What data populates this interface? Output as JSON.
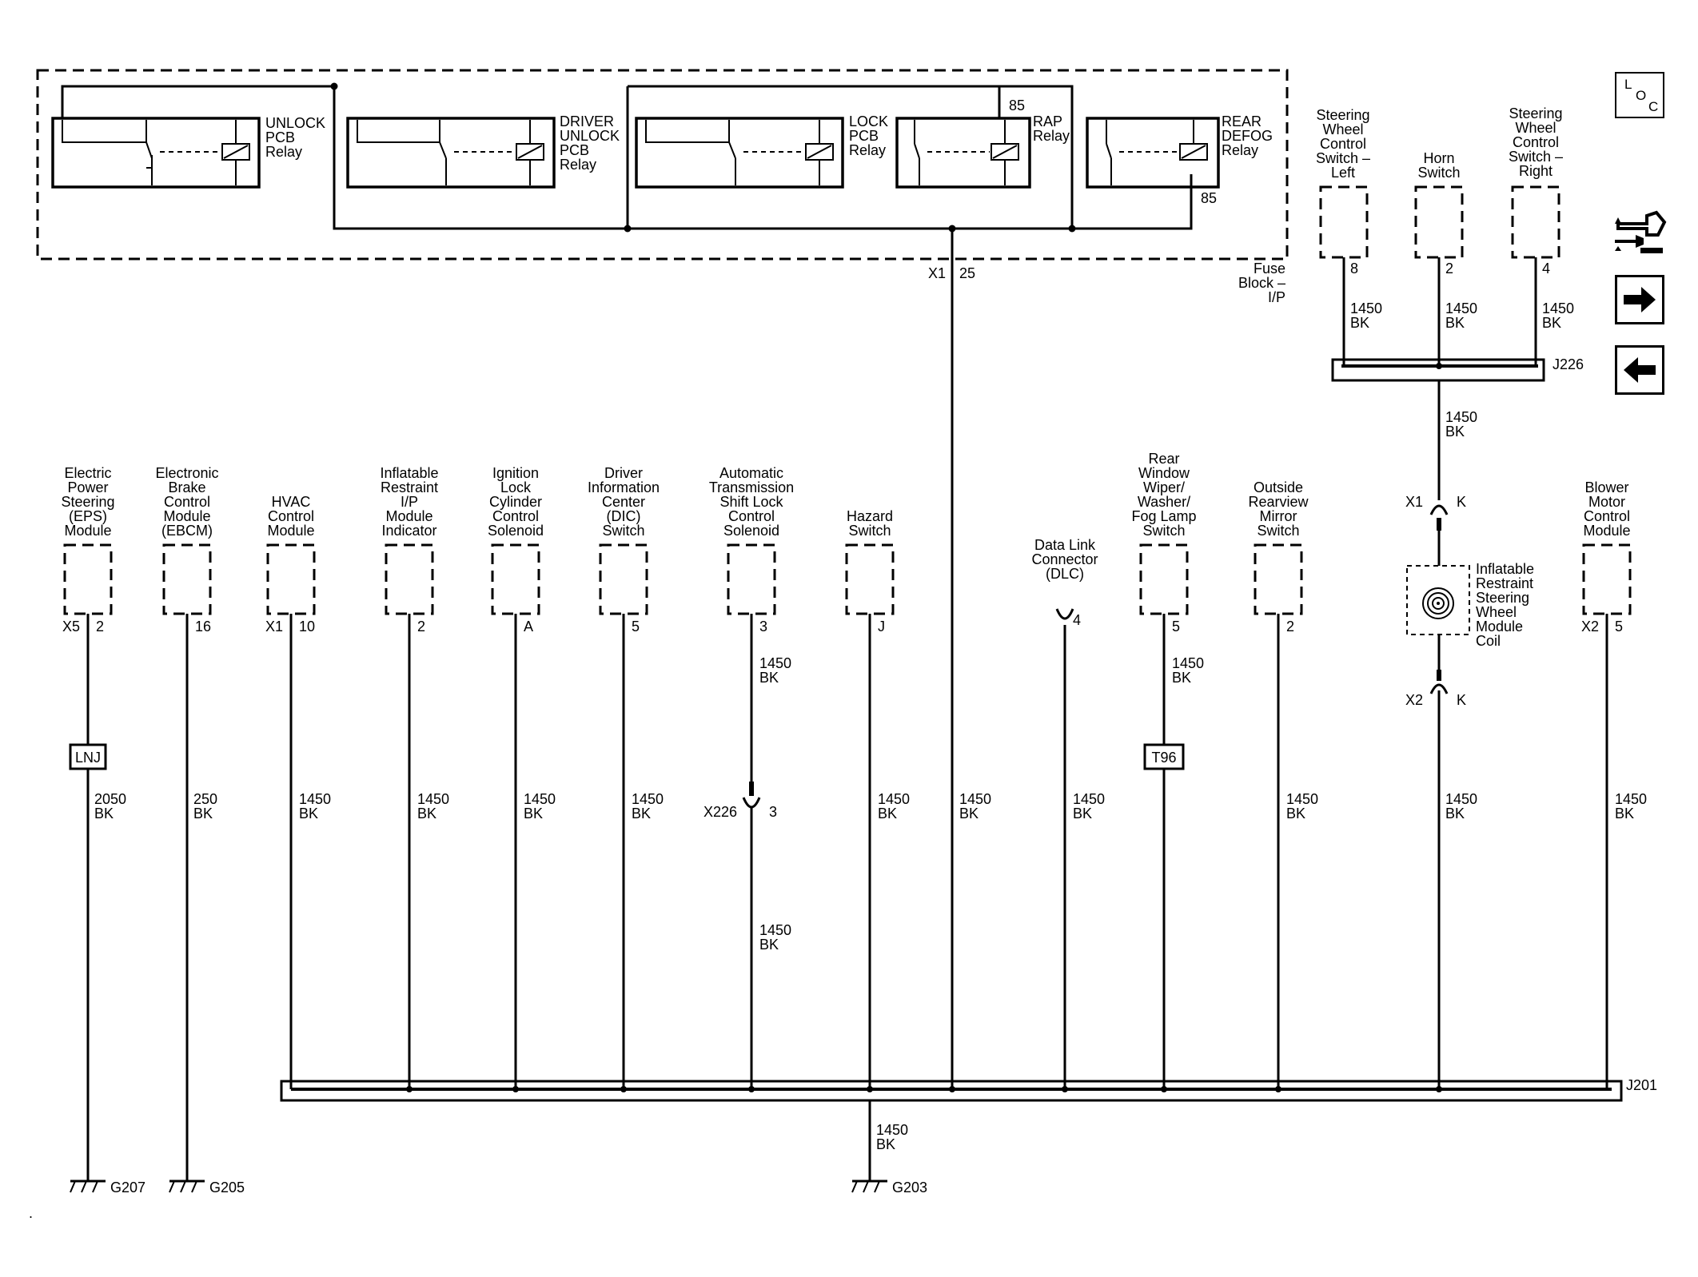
{
  "relays": {
    "unlock": "UNLOCK\nPCB\nRelay",
    "driver_unlock": "DRIVER\nUNLOCK\nPCB\nRelay",
    "lock": "LOCK\nPCB\nRelay",
    "rap": "RAP\nRelay",
    "rear_defog": "REAR\nDEFOG\nRelay",
    "rap_pin": "85",
    "defog_pin": "85"
  },
  "fuse_block": {
    "label": "Fuse\nBlock –\nI/P",
    "connector": "X1",
    "pin": "25"
  },
  "steering": {
    "left": {
      "label": "Steering\nWheel\nControl\nSwitch –\nLeft",
      "pin": "8"
    },
    "horn": {
      "label": "Horn\nSwitch",
      "pin": "2"
    },
    "right": {
      "label": "Steering\nWheel\nControl\nSwitch –\nRight",
      "pin": "4"
    },
    "splice": "J226",
    "coil": "Inflatable\nRestraint\nSteering\nWheel\nModule\nCoil",
    "x1": "X1",
    "x1_pin": "K",
    "x2": "X2",
    "x2_pin": "K"
  },
  "wire_labels": {
    "w1450": "1450\nBK",
    "w2050": "2050\nBK",
    "w250": "250\nBK"
  },
  "modules": [
    {
      "label": "Electric\nPower\nSteering\n(EPS)\nModule",
      "conn": "X5",
      "pin": "2"
    },
    {
      "label": "Electronic\nBrake\nControl\nModule\n(EBCM)",
      "conn": "",
      "pin": "16"
    },
    {
      "label": "HVAC\nControl\nModule",
      "conn": "X1",
      "pin": "10"
    },
    {
      "label": "Inflatable\nRestraint\nI/P\nModule\nIndicator",
      "conn": "",
      "pin": "2"
    },
    {
      "label": "Ignition\nLock\nCylinder\nControl\nSolenoid",
      "conn": "",
      "pin": "A"
    },
    {
      "label": "Driver\nInformation\nCenter\n(DIC)\nSwitch",
      "conn": "",
      "pin": "5"
    },
    {
      "label": "Automatic\nTransmission\nShift Lock\nControl\nSolenoid",
      "conn": "",
      "pin": "3"
    },
    {
      "label": "Hazard\nSwitch",
      "conn": "",
      "pin": "J"
    },
    {
      "label": "Data Link\nConnector\n(DLC)",
      "conn": "",
      "pin": "4"
    },
    {
      "label": "Rear\nWindow\nWiper/\nWasher/\nFog Lamp\nSwitch",
      "conn": "",
      "pin": "5"
    },
    {
      "label": "Outside\nRearview\nMirror\nSwitch",
      "conn": "",
      "pin": "2"
    },
    {
      "label": "Blower\nMotor\nControl\nModule",
      "conn": "X2",
      "pin": "5"
    }
  ],
  "options": {
    "lnj": "LNJ",
    "t96": "T96"
  },
  "inline": {
    "x226": "X226",
    "x226_pin": "3"
  },
  "splice_j201": "J201",
  "grounds": {
    "g207": "G207",
    "g205": "G205",
    "g203": "G203"
  },
  "nav": {
    "loc": {
      "l": "L",
      "o": "O",
      "c": "C"
    },
    "icons": [
      "connector-icon",
      "next-arrow-icon",
      "previous-arrow-icon"
    ]
  }
}
